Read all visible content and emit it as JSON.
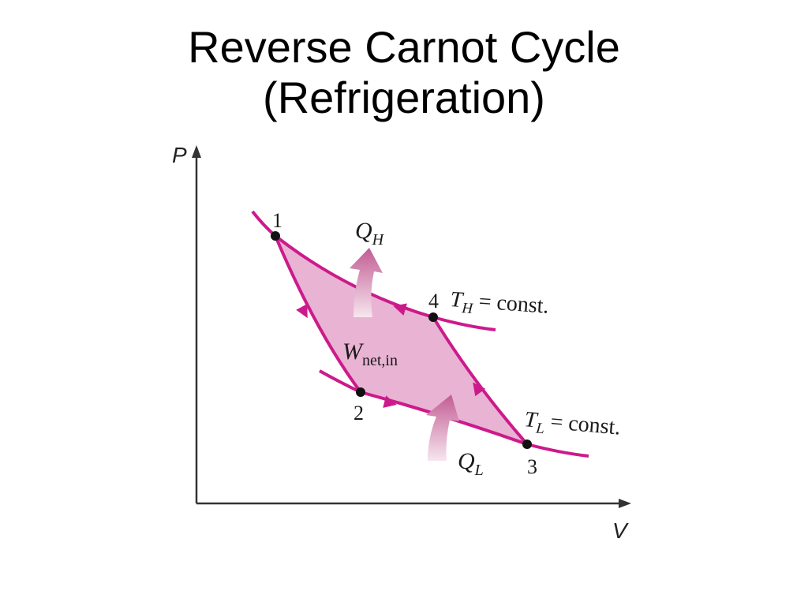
{
  "title": {
    "line1": "Reverse Carnot Cycle",
    "line2": "(Refrigeration)"
  },
  "axes": {
    "y_label": "P",
    "x_label": "V"
  },
  "states": {
    "s1": "1",
    "s2": "2",
    "s3": "3",
    "s4": "4"
  },
  "labels": {
    "qh_main": "Q",
    "qh_sub": "H",
    "ql_main": "Q",
    "ql_sub": "L",
    "w_main": "W",
    "w_sub": "net,in",
    "th_main": "T",
    "th_sub": "H",
    "th_rest": " = const.",
    "tl_main": "T",
    "tl_sub": "L",
    "tl_rest": " = const."
  },
  "colors": {
    "curve": "#cc1a8c",
    "fill": "#e9b3d3",
    "arrow_dark": "#c25c93",
    "arrow_light": "#f7e6ef",
    "axis": "#333333",
    "point": "#111111"
  }
}
